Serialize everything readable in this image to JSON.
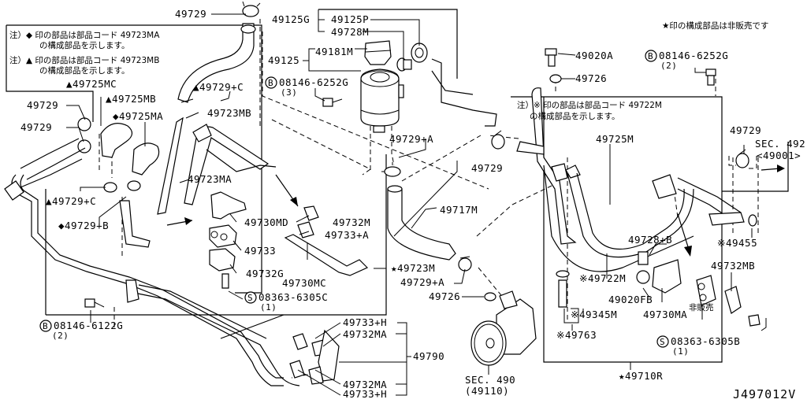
{
  "diagram": {
    "code": "J497012V",
    "not_sold_note": "★印の構成部品は非販売です",
    "note_ma_line1": "注）◆ 印の部品は部品コード 49723MA",
    "note_ma_line2": "の構成部品を示します。",
    "note_mb_line1": "注）▲ 印の部品は部品コード 49723MB",
    "note_mb_line2": "の構成部品を示します。",
    "note_722_line1": "注）※ 印の部品は部品コード 49722M",
    "note_722_line2": "の構成部品を示します。",
    "not_sold_small": "非販売"
  },
  "labels": {
    "p49729_top": "49729",
    "p49125G": "49125G",
    "p49125P": "49125P",
    "p49728M": "49728M",
    "p49125": "49125",
    "p49181M": "49181M",
    "p08146_6252G_a": "08146-6252G",
    "p08146_6252G_a_qty": "(3)",
    "p49020A": "49020A",
    "p49726_top": "49726",
    "p08146_6252G_b": "08146-6252G",
    "p08146_6252G_b_qty": "(2)",
    "p49725MC": "▲49725MC",
    "p49725MB": "▲49725MB",
    "p49729C_top": "▲49729+C",
    "p49729_l1": "49729",
    "p49729_l2": "49729",
    "p49725MA": "◆49725MA",
    "p49723MB": "49723MB",
    "p49723MA": "49723MA",
    "p49729C_left": "▲49729+C",
    "p49729B": "◆49729+B",
    "p49730MD": "49730MD",
    "p49732M": "49732M",
    "p49733A": "49733+A",
    "p49733": "49733",
    "p49732G": "49732G",
    "p49730MC": "49730MC",
    "p08363_6305C": "08363-6305C",
    "p08363_6305C_qty": "(1)",
    "p08146_6122G": "08146-6122G",
    "p08146_6122G_qty": "(2)",
    "p49729A_top": "49729+A",
    "p49729_mid": "49729",
    "p49717M": "49717M",
    "p49723M": "★49723M",
    "p49729A_low": "49729+A",
    "p49726_low": "49726",
    "p49725M": "49725M",
    "p49729_right": "49729",
    "sec492": "SEC. 492",
    "sec492_sub": "<49001>",
    "p49455": "※49455",
    "p49728B": "49728+B",
    "p49722M": "※49722M",
    "p49732MB": "49732MB",
    "p49020FB": "49020FB",
    "p49730MA": "49730MA",
    "p49345M": "※49345M",
    "p49763": "※49763",
    "p08363_6305B": "08363-6305B",
    "p08363_6305B_qty": "(1)",
    "p49710R": "★49710R",
    "p49733H_1": "49733+H",
    "p49732MA_1": "49732MA",
    "p49790": "49790",
    "p49732MA_2": "49732MA",
    "p49733H_2": "49733+H",
    "sec490": "SEC. 490",
    "sec490_sub": "(49110)",
    "bolt_B": "B",
    "screw_S": "S"
  }
}
